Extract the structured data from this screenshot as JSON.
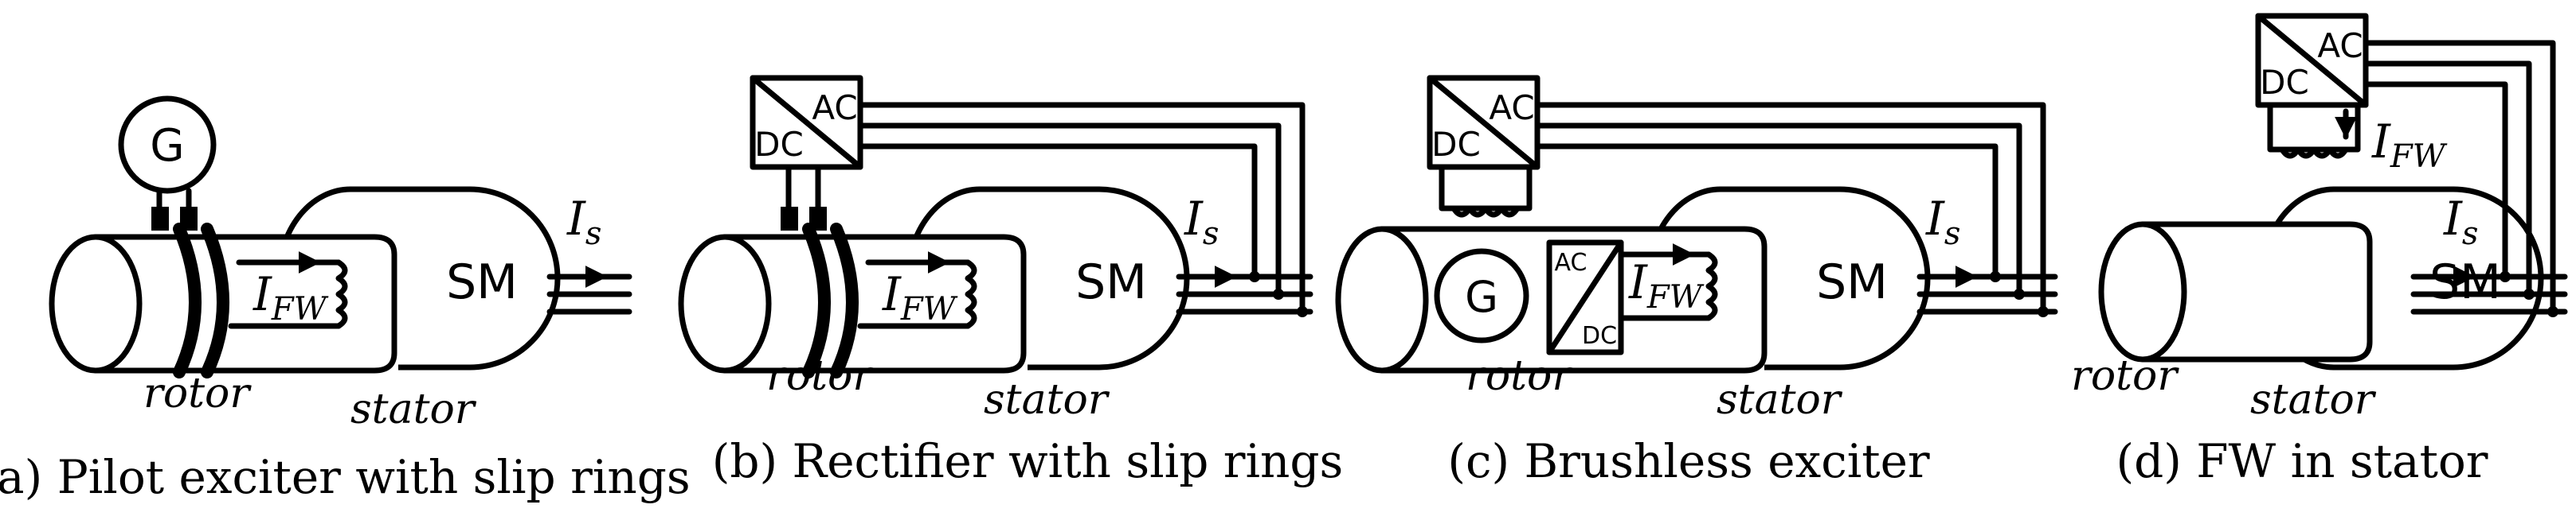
{
  "panels": [
    {
      "caption": "(a) Pilot exciter with slip rings",
      "machine": "SM",
      "generator": "G",
      "current_field": "FW",
      "current_stator": "s",
      "rotor_label": "rotor",
      "stator_label": "stator"
    },
    {
      "caption": "(b) Rectifier with slip rings",
      "machine": "SM",
      "converter_ac": "AC",
      "converter_dc": "DC",
      "current_field": "FW",
      "current_stator": "s",
      "rotor_label": "rotor",
      "stator_label": "stator"
    },
    {
      "caption": "(c) Brushless exciter",
      "machine": "SM",
      "converter_ac": "AC",
      "converter_dc": "DC",
      "generator": "G",
      "rotor_conv_ac": "AC",
      "rotor_conv_dc": "DC",
      "current_field": "FW",
      "current_stator": "s",
      "rotor_label": "rotor",
      "stator_label": "stator"
    },
    {
      "caption": "(d) FW in stator",
      "machine": "SM",
      "converter_ac": "AC",
      "converter_dc": "DC",
      "current_field": "FW",
      "current_stator": "s",
      "rotor_label": "rotor",
      "stator_label": "stator"
    }
  ],
  "current_symbol": "I"
}
